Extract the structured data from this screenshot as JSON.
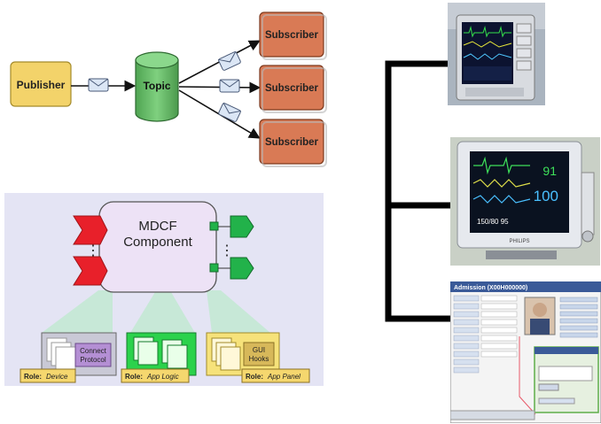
{
  "pubsub": {
    "publisher": "Publisher",
    "topic": "Topic",
    "subscribers": [
      "Subscriber",
      "Subscriber",
      "Subscriber"
    ]
  },
  "mdcf": {
    "component_line1": "MDCF",
    "component_line2": "Component",
    "ellipsis": "⋮",
    "modules": [
      {
        "label_line1": "Connect",
        "label_line2": "Protocol"
      },
      {
        "label_line1": "",
        "label_line2": ""
      },
      {
        "label_line1": "GUI",
        "label_line2": "Hooks"
      }
    ],
    "roles": [
      {
        "prefix": "Role:",
        "name": "Device"
      },
      {
        "prefix": "Role:",
        "name": "App Logic"
      },
      {
        "prefix": "Role:",
        "name": "App Panel"
      }
    ],
    "colors": {
      "panel_bg": "#e4e4f4",
      "component_fill": "#ede2f6",
      "red_port": "#e8202a",
      "green_port": "#22b24a",
      "device_module": "#c9c9d6",
      "app_logic_module": "#2bd24c",
      "app_panel_module": "#f6e27a",
      "role_tag": "#f5d76e"
    }
  },
  "monitors": {
    "monitor2": {
      "value_top": "91",
      "value_mid": "100",
      "value_bottom": "150/80  95",
      "brand": "PHILIPS"
    },
    "admission": {
      "title": "Admission (X00H000000)"
    }
  },
  "colors": {
    "publisher": "#f3d36a",
    "topic": "#6dbf6f",
    "subscriber": "#d97a55",
    "envelope": "#dbe6f5",
    "bracket": "#000000"
  }
}
